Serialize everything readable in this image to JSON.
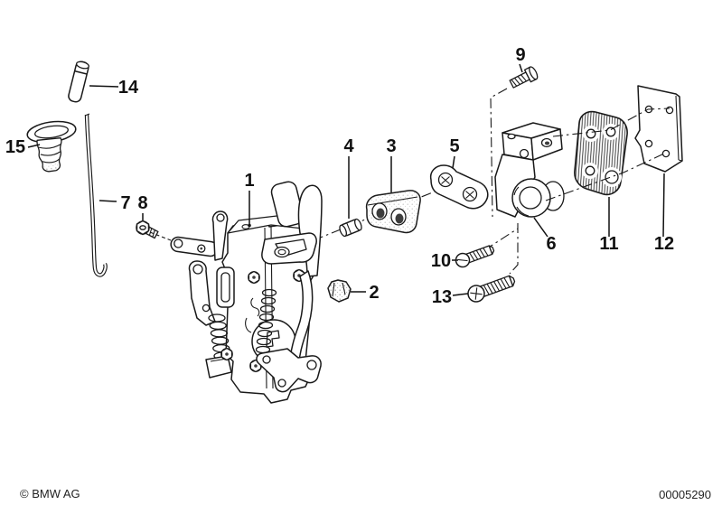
{
  "callouts": [
    {
      "label": "1"
    },
    {
      "label": "2"
    },
    {
      "label": "3"
    },
    {
      "label": "4"
    },
    {
      "label": "5"
    },
    {
      "label": "6"
    },
    {
      "label": "7"
    },
    {
      "label": "8"
    },
    {
      "label": "9"
    },
    {
      "label": "10"
    },
    {
      "label": "11"
    },
    {
      "label": "12"
    },
    {
      "label": "13"
    },
    {
      "label": "14"
    },
    {
      "label": "15"
    }
  ],
  "footer": {
    "copyright": "© BMW AG",
    "image_number": "00005290"
  },
  "colors": {
    "ink": "#1a1a1a",
    "paper": "#ffffff"
  }
}
